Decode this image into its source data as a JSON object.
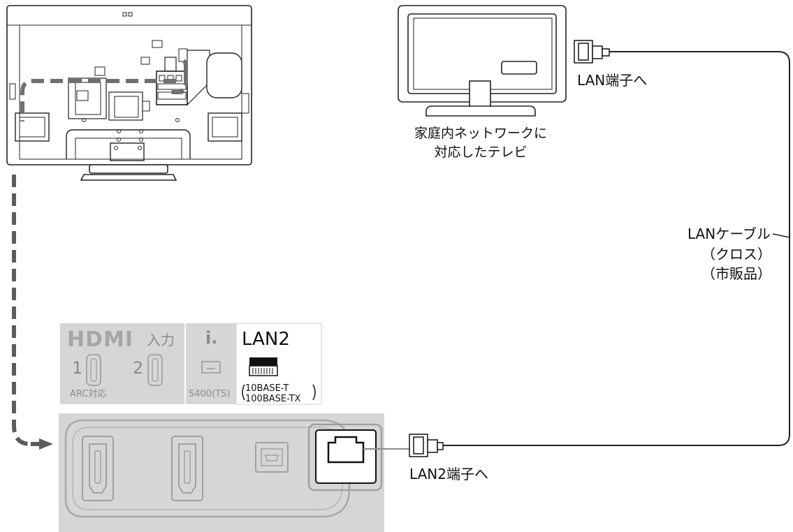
{
  "tv_label_line1": "家庭内ネットワークに",
  "tv_label_line2": "対応したテレビ",
  "lan_port_label": "LAN端子へ",
  "cable_label_line1": "LANケーブル",
  "cable_label_line2": "（クロス）",
  "cable_label_line3": "（市販品）",
  "lan2_port_label": "LAN2端子へ",
  "panel": {
    "hdmi_logo": "HDMI",
    "hdmi_input": "入力",
    "hdmi_1": "1",
    "hdmi_2": "2",
    "arc_label": "ARC対応",
    "i_link_symbol": "i.",
    "s400_label": "S400(TS)",
    "lan2_title": "LAN2",
    "lan2_spec_1": "10BASE-T",
    "lan2_spec_2": "100BASE-TX"
  }
}
